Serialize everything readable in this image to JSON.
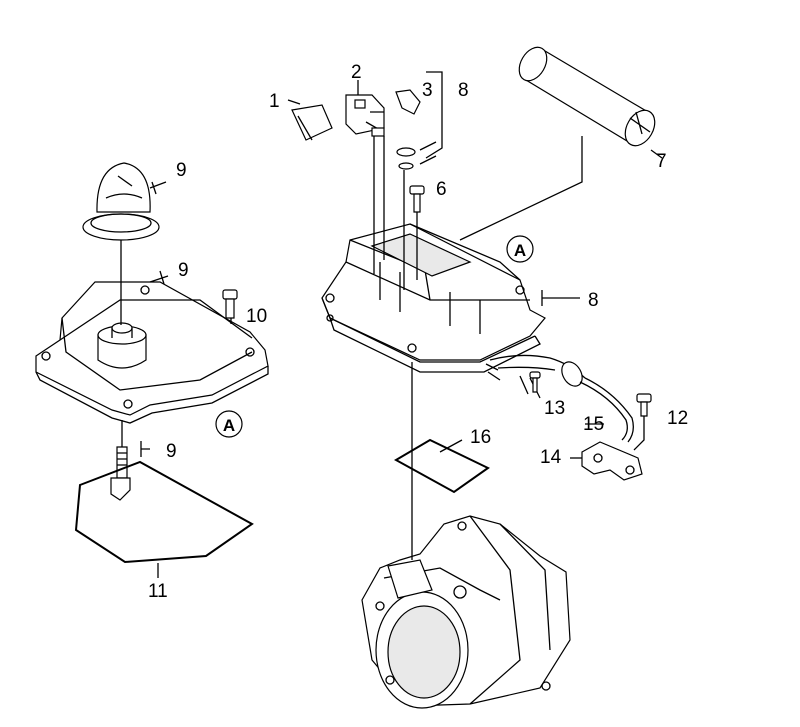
{
  "callouts": {
    "p1": "1",
    "p2": "2",
    "p3": "3",
    "p6": "6",
    "p7": "7",
    "p8_top": "8",
    "p8_mid": "8",
    "p9_cap": "9",
    "p9_cover": "9",
    "p9_valve": "9",
    "p10": "10",
    "p11": "11",
    "p12": "12",
    "p13": "13",
    "p14": "14",
    "p15": "15",
    "p16": "16",
    "ref_a_left": "A",
    "ref_a_right": "A"
  }
}
